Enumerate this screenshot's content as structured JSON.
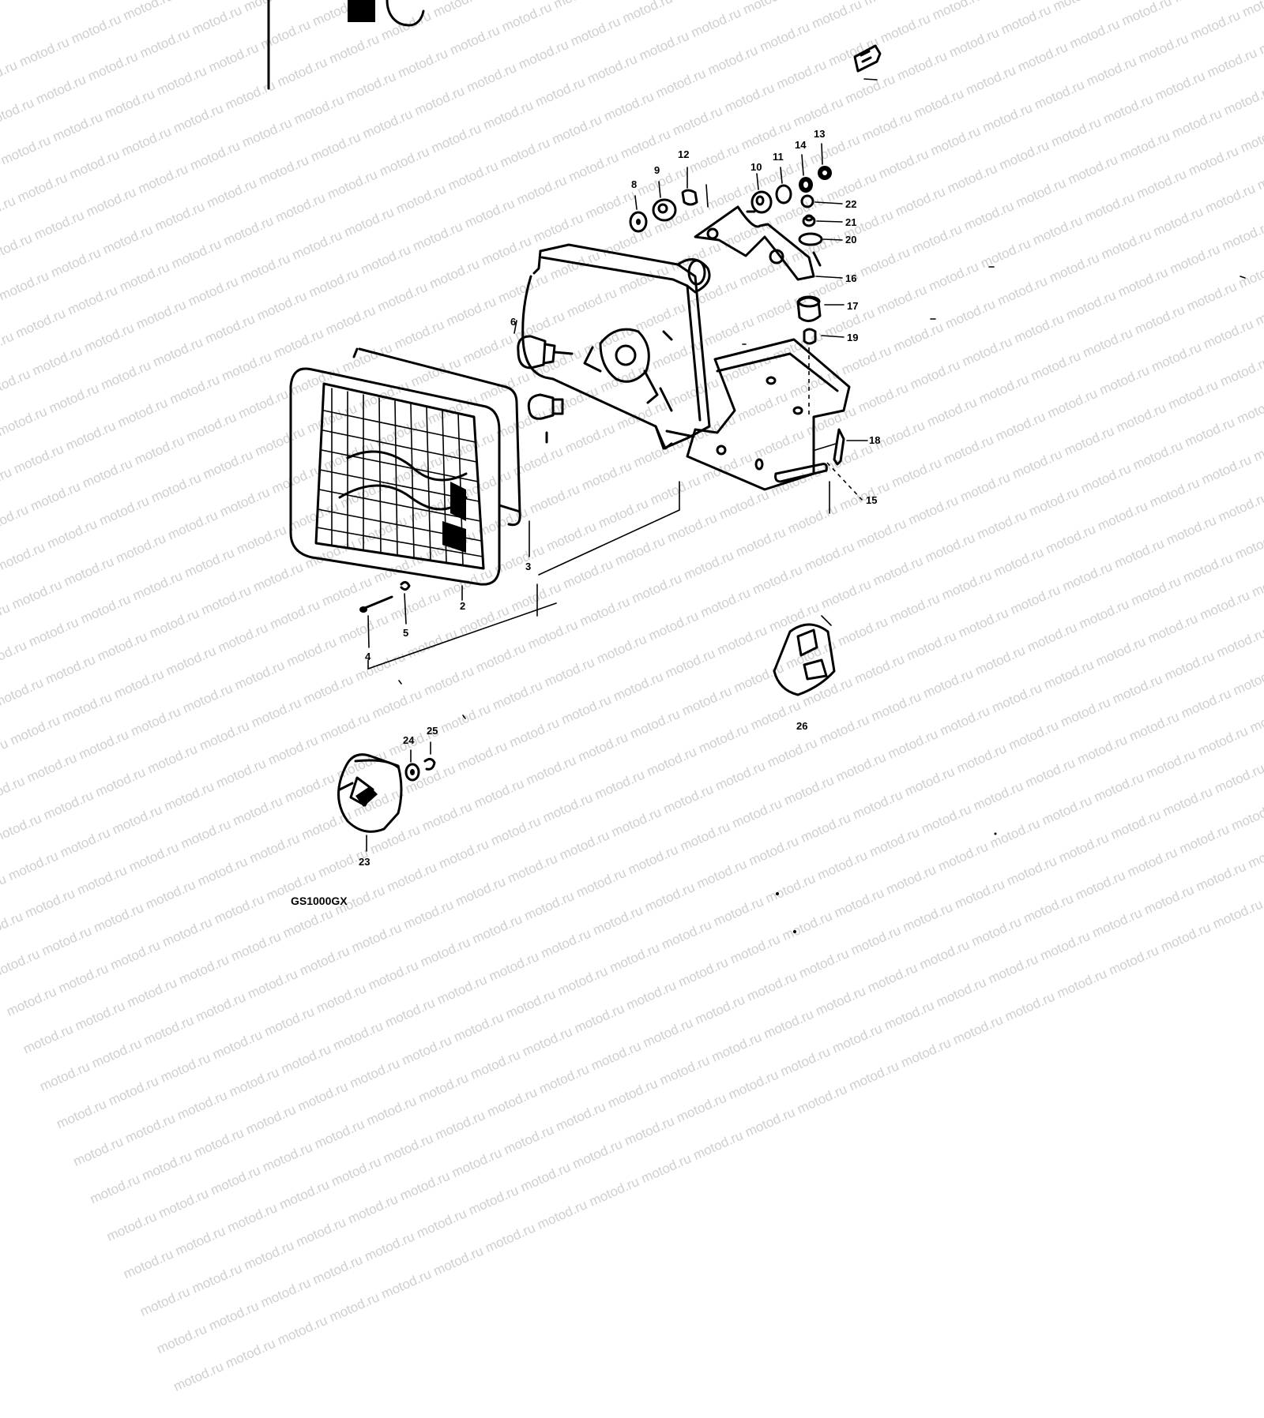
{
  "watermark_text": "motod.ru",
  "model_label": "GS1000GX",
  "part_labels": {
    "p2": "2",
    "p3": "3",
    "p4": "4",
    "p5": "5",
    "p6": "6",
    "p8": "8",
    "p9": "9",
    "p10": "10",
    "p11": "11",
    "p12": "12",
    "p13": "13",
    "p14": "14",
    "p15": "15",
    "p16": "16",
    "p17": "17",
    "p18": "18",
    "p19": "19",
    "p20": "20",
    "p21": "21",
    "p22": "22",
    "p23": "23",
    "p24": "24",
    "p25": "25",
    "p26": "26"
  },
  "colors": {
    "ink": "#000000",
    "watermark": "#cfcfcf",
    "background": "#ffffff"
  }
}
